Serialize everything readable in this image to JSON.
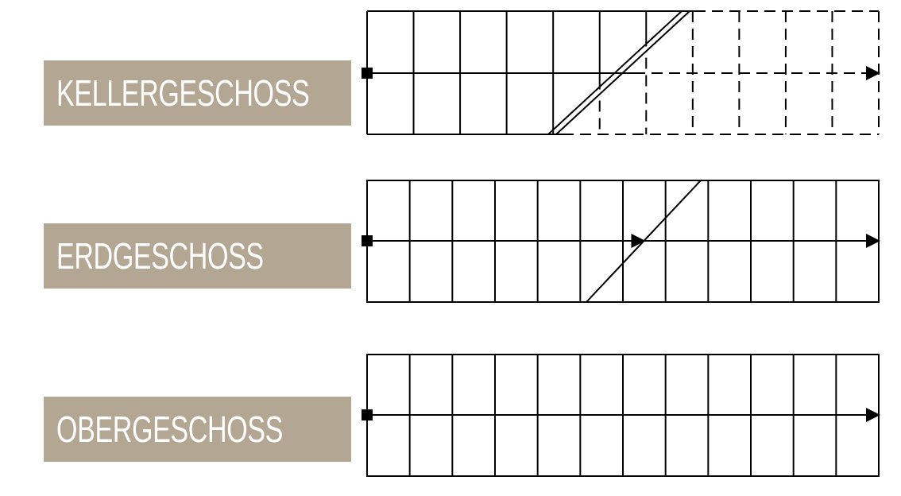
{
  "colors": {
    "label_background": "#b3a793",
    "label_text": "#ffffff",
    "line": "#000000"
  },
  "floors": [
    {
      "id": "keller",
      "label": "KELLERGESCHOSS",
      "steps": 11,
      "steps_solid": 7,
      "has_cut_line": true,
      "double_cut_line": true,
      "upper_flight_dashed": true,
      "start_marker": "square",
      "end_marker": "arrow",
      "mid_arrow": false
    },
    {
      "id": "erd",
      "label": "ERDGESCHOSS",
      "steps": 12,
      "steps_solid": 12,
      "has_cut_line": true,
      "double_cut_line": false,
      "upper_flight_dashed": false,
      "start_marker": "square",
      "end_marker": "arrow",
      "mid_arrow": true
    },
    {
      "id": "ober",
      "label": "OBERGESCHOSS",
      "steps": 12,
      "steps_solid": 12,
      "has_cut_line": false,
      "double_cut_line": false,
      "upper_flight_dashed": false,
      "start_marker": "square",
      "end_marker": "arrow",
      "mid_arrow": false
    }
  ]
}
